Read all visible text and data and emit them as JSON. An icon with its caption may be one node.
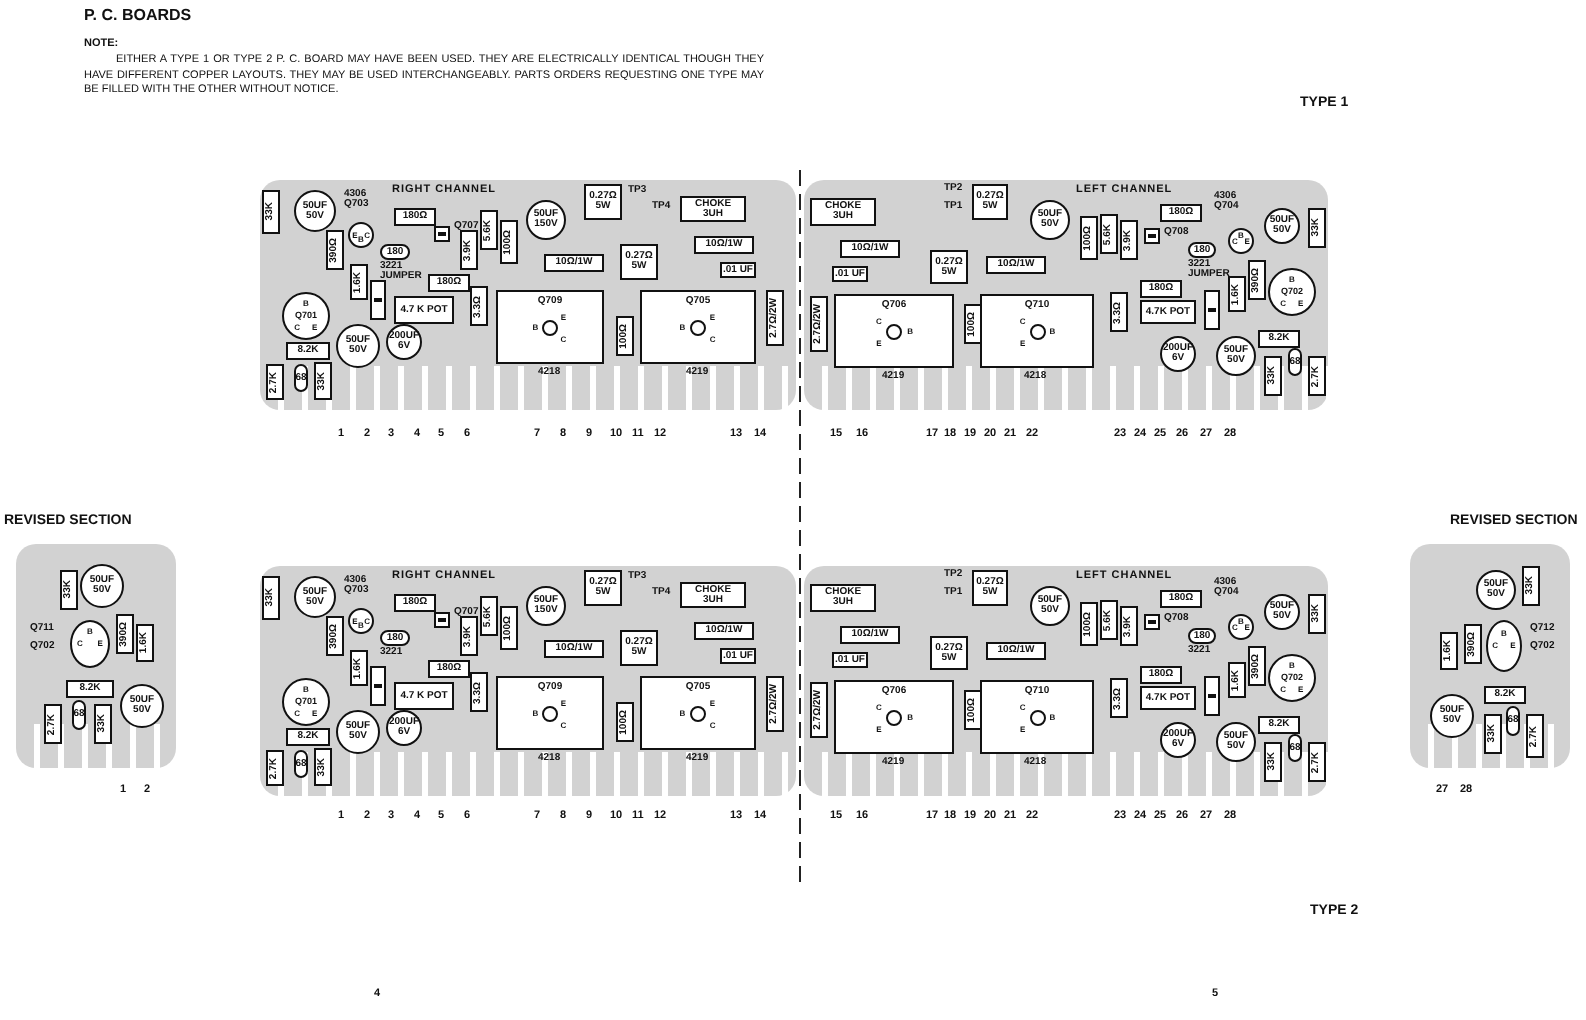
{
  "diagram": {
    "title": "P. C. BOARDS",
    "nodes": [
      {
        "text": [
          "RIGHT CHANNEL"
        ]
      },
      {
        "text": [
          "33K"
        ],
        "in": 0
      },
      {
        "text": [
          "50UF",
          "50V"
        ],
        "in": 0
      },
      {
        "text": [
          "180Ω"
        ],
        "in": 0
      },
      {
        "text": [],
        "shape": "diode",
        "in": 0,
        "beside": [
          "Q707"
        ]
      },
      {
        "text": [
          "180"
        ],
        "in": 0,
        "beside": [
          "3221 JUMPER"
        ]
      },
      {
        "text": [
          "E",
          "C",
          "B"
        ],
        "in": 0,
        "beside": [
          "4306 Q703"
        ]
      },
      {
        "text": [
          "B",
          "Q701",
          "C",
          "E"
        ],
        "in": 0
      },
      {
        "text": [
          "390Ω"
        ],
        "in": 0
      },
      {
        "text": [
          "1.6K"
        ],
        "in": 0
      },
      {
        "text": [],
        "shape": "diode",
        "in": 0
      },
      {
        "text": [
          "180Ω"
        ],
        "in": 0
      },
      {
        "text": [
          "4.7 K POT"
        ],
        "in": 0
      },
      {
        "text": [
          "8.2K"
        ],
        "in": 0
      },
      {
        "text": [
          "50UF",
          "50V"
        ],
        "in": 0
      },
      {
        "text": [
          "200UF",
          "6V"
        ],
        "in": 0
      },
      {
        "text": [
          "2.7K"
        ],
        "in": 0
      },
      {
        "text": [
          "68"
        ],
        "in": 0
      },
      {
        "text": [
          "33K"
        ],
        "in": 0
      },
      {
        "text": [
          "3.9K"
        ],
        "in": 0
      },
      {
        "text": [
          "5.6K"
        ],
        "in": 0
      },
      {
        "text": [
          "100Ω"
        ],
        "in": 0
      },
      {
        "text": [
          "3.3Ω"
        ],
        "in": 0
      },
      {
        "text": [
          "50UF",
          "150V"
        ],
        "in": 0
      },
      {
        "text": [
          "0.27Ω",
          "5W"
        ],
        "in": 0,
        "beside": [
          "TP3"
        ]
      },
      {
        "text": [
          "CHOKE",
          "3UH"
        ],
        "in": 0,
        "beside": [
          "TP4"
        ]
      },
      {
        "text": [
          "10Ω/1W"
        ],
        "in": 0
      },
      {
        "text": [
          "0.27Ω",
          "5W"
        ],
        "in": 0
      },
      {
        "text": [
          "10Ω/1W"
        ],
        "in": 0
      },
      {
        "text": [
          ".01 UF"
        ],
        "in": 0
      },
      {
        "text": [
          "2.7Ω/2W"
        ],
        "in": 0
      },
      {
        "text": [
          "Q709",
          "E",
          "B",
          "C"
        ],
        "in": 0,
        "beside": [
          "4218"
        ]
      },
      {
        "text": [
          "100Ω"
        ],
        "in": 0
      },
      {
        "text": [
          "Q705",
          "E",
          "B",
          "C"
        ],
        "in": 0,
        "beside": [
          "4219"
        ]
      },
      {
        "text": [
          "LEFT CHANNEL"
        ]
      },
      {
        "text": [
          "CHOKE",
          "3UH"
        ],
        "in": 34
      },
      {
        "text": [
          "0.27Ω",
          "5W"
        ],
        "in": 34,
        "beside": [
          "TP2",
          "TP1"
        ]
      },
      {
        "text": [
          "50UF",
          "50V"
        ],
        "in": 34
      },
      {
        "text": [
          "10Ω/1W"
        ],
        "in": 34
      },
      {
        "text": [
          ".01 UF"
        ],
        "in": 34
      },
      {
        "text": [
          "0.27Ω",
          "5W"
        ],
        "in": 34
      },
      {
        "text": [
          "10Ω/1W"
        ],
        "in": 34
      },
      {
        "text": [
          "100Ω"
        ],
        "in": 34
      },
      {
        "text": [
          "5.6K"
        ],
        "in": 34
      },
      {
        "text": [
          "3.9K"
        ],
        "in": 34
      },
      {
        "text": [
          "3.3Ω"
        ],
        "in": 34
      },
      {
        "text": [
          "180Ω"
        ],
        "in": 34
      },
      {
        "text": [],
        "shape": "diode",
        "in": 34,
        "beside": [
          "Q708"
        ]
      },
      {
        "text": [
          "180"
        ],
        "in": 34,
        "beside": [
          "3221 JUMPER"
        ]
      },
      {
        "text": [
          "B",
          "C",
          "E"
        ],
        "in": 34,
        "beside": [
          "4306 Q704"
        ]
      },
      {
        "text": [
          "180Ω"
        ],
        "in": 34
      },
      {
        "text": [
          "4.7K POT"
        ],
        "in": 34
      },
      {
        "text": [],
        "shape": "diode",
        "in": 34
      },
      {
        "text": [
          "1.6K"
        ],
        "in": 34
      },
      {
        "text": [
          "390Ω"
        ],
        "in": 34
      },
      {
        "text": [
          "B",
          "Q702",
          "C",
          "E"
        ],
        "in": 34
      },
      {
        "text": [
          "50UF",
          "50V"
        ],
        "in": 34
      },
      {
        "text": [
          "33K"
        ],
        "in": 34
      },
      {
        "text": [
          "8.2K"
        ],
        "in": 34
      },
      {
        "text": [
          "200UF",
          "6V"
        ],
        "in": 34
      },
      {
        "text": [
          "50UF",
          "50V"
        ],
        "in": 34
      },
      {
        "text": [
          "33K"
        ],
        "in": 34
      },
      {
        "text": [
          "68"
        ],
        "in": 34
      },
      {
        "text": [
          "2.7K"
        ],
        "in": 34
      },
      {
        "text": [
          "2.7Ω/2W"
        ],
        "in": 34
      },
      {
        "text": [
          "Q706",
          "C",
          "B",
          "E"
        ],
        "in": 34,
        "beside": [
          "4219"
        ]
      },
      {
        "text": [
          "100Ω"
        ],
        "in": 34
      },
      {
        "text": [
          "Q710",
          "C",
          "B",
          "E"
        ],
        "in": 34,
        "beside": [
          "4218"
        ]
      },
      {
        "text": [
          "REVISED SECTION"
        ]
      },
      {
        "text": [
          "33K"
        ],
        "in": 68
      },
      {
        "text": [
          "50UF",
          "50V"
        ],
        "in": 68
      },
      {
        "text": [
          "B",
          "C",
          "E"
        ],
        "in": 68,
        "beside": [
          "Q711",
          "Q702"
        ]
      },
      {
        "text": [
          "390Ω"
        ],
        "in": 68
      },
      {
        "text": [
          "1.6K"
        ],
        "in": 68
      },
      {
        "text": [
          "8.2K"
        ],
        "in": 68
      },
      {
        "text": [
          "50UF",
          "50V"
        ],
        "in": 68
      },
      {
        "text": [
          "2.7K"
        ],
        "in": 68
      },
      {
        "text": [
          "68"
        ],
        "in": 68
      },
      {
        "text": [
          "33K"
        ],
        "in": 68
      },
      {
        "text": [
          "RIGHT CHANNEL"
        ]
      },
      {
        "text": [
          "33K"
        ],
        "in": 79
      },
      {
        "text": [
          "50UF",
          "50V"
        ],
        "in": 79
      },
      {
        "text": [
          "180Ω"
        ],
        "in": 79
      },
      {
        "text": [],
        "shape": "diode",
        "in": 79,
        "beside": [
          "Q707"
        ]
      },
      {
        "text": [
          "180"
        ],
        "in": 79,
        "beside": [
          "3221"
        ]
      },
      {
        "text": [
          "E",
          "C",
          "B"
        ],
        "in": 79,
        "beside": [
          "4306 Q703"
        ]
      },
      {
        "text": [
          "B",
          "Q701",
          "C",
          "E"
        ],
        "in": 79
      },
      {
        "text": [
          "390Ω"
        ],
        "in": 79
      },
      {
        "text": [
          "1.6K"
        ],
        "in": 79
      },
      {
        "text": [],
        "shape": "diode",
        "in": 79
      },
      {
        "text": [
          "180Ω"
        ],
        "in": 79
      },
      {
        "text": [
          "4.7 K POT"
        ],
        "in": 79
      },
      {
        "text": [
          "8.2K"
        ],
        "in": 79
      },
      {
        "text": [
          "50UF",
          "50V"
        ],
        "in": 79
      },
      {
        "text": [
          "200UF",
          "6V"
        ],
        "in": 79
      },
      {
        "text": [
          "2.7K"
        ],
        "in": 79
      },
      {
        "text": [
          "68"
        ],
        "in": 79
      },
      {
        "text": [
          "33K"
        ],
        "in": 79
      },
      {
        "text": [
          "3.9K"
        ],
        "in": 79
      },
      {
        "text": [
          "5.6K"
        ],
        "in": 79
      },
      {
        "text": [
          "100Ω"
        ],
        "in": 79
      },
      {
        "text": [
          "3.3Ω"
        ],
        "in": 79
      },
      {
        "text": [
          "50UF",
          "150V"
        ],
        "in": 79
      },
      {
        "text": [
          "0.27Ω",
          "5W"
        ],
        "in": 79,
        "beside": [
          "TP3"
        ]
      },
      {
        "text": [
          "CHOKE",
          "3UH"
        ],
        "in": 79,
        "beside": [
          "TP4"
        ]
      },
      {
        "text": [
          "10Ω/1W"
        ],
        "in": 79
      },
      {
        "text": [
          "0.27Ω",
          "5W"
        ],
        "in": 79
      },
      {
        "text": [
          "10Ω/1W"
        ],
        "in": 79
      },
      {
        "text": [
          ".01 UF"
        ],
        "in": 79
      },
      {
        "text": [
          "2.7Ω/2W"
        ],
        "in": 79
      },
      {
        "text": [
          "Q709",
          "E",
          "B",
          "C"
        ],
        "in": 79,
        "beside": [
          "4218"
        ]
      },
      {
        "text": [
          "100Ω"
        ],
        "in": 79
      },
      {
        "text": [
          "Q705",
          "E",
          "B",
          "C"
        ],
        "in": 79,
        "beside": [
          "4219"
        ]
      },
      {
        "text": [
          "LEFT CHANNEL"
        ]
      },
      {
        "text": [
          "CHOKE",
          "3UH"
        ],
        "in": 113
      },
      {
        "text": [
          "0.27Ω",
          "5W"
        ],
        "in": 113,
        "beside": [
          "TP2",
          "TP1"
        ]
      },
      {
        "text": [
          "50UF",
          "50V"
        ],
        "in": 113
      },
      {
        "text": [
          "10Ω/1W"
        ],
        "in": 113
      },
      {
        "text": [
          ".01 UF"
        ],
        "in": 113
      },
      {
        "text": [
          "0.27Ω",
          "5W"
        ],
        "in": 113
      },
      {
        "text": [
          "10Ω/1W"
        ],
        "in": 113
      },
      {
        "text": [
          "100Ω"
        ],
        "in": 113
      },
      {
        "text": [
          "5.6K"
        ],
        "in": 113
      },
      {
        "text": [
          "3.9K"
        ],
        "in": 113
      },
      {
        "text": [
          "3.3Ω"
        ],
        "in": 113
      },
      {
        "text": [
          "180Ω"
        ],
        "in": 113
      },
      {
        "text": [],
        "shape": "diode",
        "in": 113,
        "beside": [
          "Q708"
        ]
      },
      {
        "text": [
          "180"
        ],
        "in": 113,
        "beside": [
          "3221"
        ]
      },
      {
        "text": [
          "B",
          "C",
          "E"
        ],
        "in": 113,
        "beside": [
          "4306 Q704"
        ]
      },
      {
        "text": [
          "180Ω"
        ],
        "in": 113
      },
      {
        "text": [
          "4.7K POT"
        ],
        "in": 113
      },
      {
        "text": [],
        "shape": "diode",
        "in": 113
      },
      {
        "text": [
          "1.6K"
        ],
        "in": 113
      },
      {
        "text": [
          "390Ω"
        ],
        "in": 113
      },
      {
        "text": [
          "B",
          "Q702",
          "C",
          "E"
        ],
        "in": 113
      },
      {
        "text": [
          "50UF",
          "50V"
        ],
        "in": 113
      },
      {
        "text": [
          "33K"
        ],
        "in": 113
      },
      {
        "text": [
          "8.2K"
        ],
        "in": 113
      },
      {
        "text": [
          "200UF",
          "6V"
        ],
        "in": 113
      },
      {
        "text": [
          "50UF",
          "50V"
        ],
        "in": 113
      },
      {
        "text": [
          "33K"
        ],
        "in": 113
      },
      {
        "text": [
          "68"
        ],
        "in": 113
      },
      {
        "text": [
          "2.7K"
        ],
        "in": 113
      },
      {
        "text": [
          "2.7Ω/2W"
        ],
        "in": 113
      },
      {
        "text": [
          "Q706",
          "C",
          "B",
          "E"
        ],
        "in": 113,
        "beside": [
          "4219"
        ]
      },
      {
        "text": [
          "100Ω"
        ],
        "in": 113
      },
      {
        "text": [
          "Q710",
          "C",
          "B",
          "E"
        ],
        "in": 113,
        "beside": [
          "4218"
        ]
      },
      {
        "text": [
          "REVISED SECTION"
        ]
      },
      {
        "text": [
          "50UF",
          "50V"
        ],
        "in": 147
      },
      {
        "text": [
          "33K"
        ],
        "in": 147
      },
      {
        "text": [
          "1.6K"
        ],
        "in": 147
      },
      {
        "text": [
          "390Ω"
        ],
        "in": 147
      },
      {
        "text": [
          "B",
          "C",
          "E"
        ],
        "in": 147,
        "beside": [
          "Q712",
          "Q702"
        ]
      },
      {
        "text": [
          "8.2K"
        ],
        "in": 147
      },
      {
        "text": [
          "50UF",
          "50V"
        ],
        "in": 147
      },
      {
        "text": [
          "33K"
        ],
        "in": 147
      },
      {
        "text": [
          "68"
        ],
        "in": 147
      },
      {
        "text": [
          "2.7K"
        ],
        "in": 147
      }
    ],
    "labels": [
      "NOTE:",
      "EITHER A TYPE 1 OR TYPE 2 P. C. BOARD MAY HAVE BEEN USED. THEY ARE ELECTRICALLY IDENTICAL THOUGH THEY HAVE DIFFERENT COPPER LAYOUTS. THEY MAY BE USED INTERCHANGEABLY. PARTS ORDERS REQUESTING ONE TYPE MAY BE FILLED WITH THE OTHER WITHOUT NOTICE.",
      "TYPE 1",
      "1",
      "2",
      "3",
      "4",
      "5",
      "6",
      "7",
      "8",
      "9",
      "10",
      "11",
      "12",
      "13",
      "14",
      "15",
      "16",
      "17",
      "18",
      "19",
      "20",
      "21",
      "22",
      "23",
      "24",
      "25",
      "26",
      "27",
      "28",
      "1",
      "2",
      "1",
      "2",
      "3",
      "4",
      "5",
      "6",
      "7",
      "8",
      "9",
      "10",
      "11",
      "12",
      "13",
      "14",
      "15",
      "16",
      "17",
      "18",
      "19",
      "20",
      "21",
      "22",
      "23",
      "24",
      "25",
      "26",
      "27",
      "28",
      "27",
      "28",
      "TYPE 2",
      "4",
      "5"
    ]
  }
}
